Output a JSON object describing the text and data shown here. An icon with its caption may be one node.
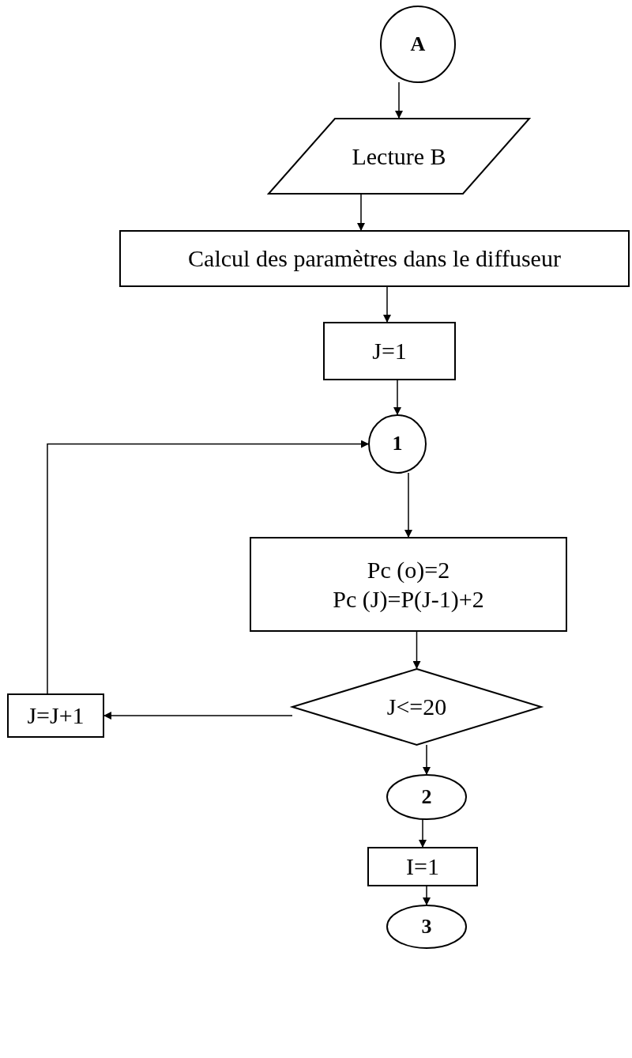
{
  "diagram": {
    "nodes": [
      {
        "text": [
          "A"
        ]
      },
      {
        "text": [
          "Lecture B"
        ]
      },
      {
        "text": [
          "Calcul des paramètres dans le diffuseur"
        ]
      },
      {
        "text": [
          "J=1"
        ]
      },
      {
        "text": [
          "1"
        ]
      },
      {
        "text": [
          "Pc (o)=2",
          "Pc (J)=P(J-1)+2"
        ]
      },
      {
        "text": [
          "J<=20"
        ]
      },
      {
        "text": [
          "J=J+1"
        ]
      },
      {
        "text": [
          "2"
        ]
      },
      {
        "text": [
          "I=1"
        ]
      },
      {
        "text": [
          "3"
        ]
      }
    ],
    "edges": [
      {
        "from": 0,
        "to": 1,
        "arrow": "to"
      },
      {
        "from": 1,
        "to": 2,
        "arrow": "to"
      },
      {
        "from": 2,
        "to": 3,
        "arrow": "to"
      },
      {
        "from": 3,
        "to": 4,
        "arrow": "to"
      },
      {
        "from": 4,
        "to": 5,
        "arrow": "to"
      },
      {
        "from": 5,
        "to": 6,
        "arrow": "to"
      },
      {
        "from": 6,
        "to": 7,
        "arrow": "to"
      },
      {
        "from": 7,
        "to": 4,
        "arrow": "to"
      },
      {
        "from": 6,
        "to": 8,
        "arrow": "to"
      },
      {
        "from": 8,
        "to": 9,
        "arrow": "to"
      },
      {
        "from": 9,
        "to": 10,
        "arrow": "to"
      }
    ]
  }
}
